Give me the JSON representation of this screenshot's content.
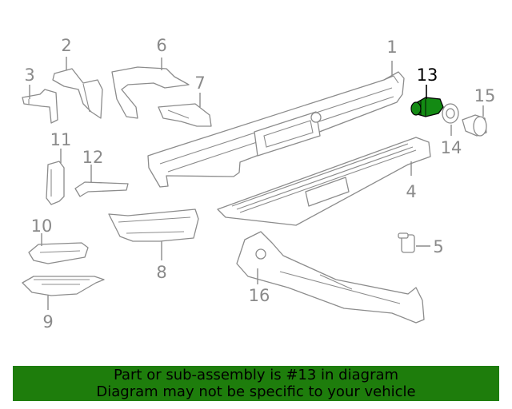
{
  "callouts": [
    {
      "num": "1",
      "highlighted": false
    },
    {
      "num": "2",
      "highlighted": false
    },
    {
      "num": "3",
      "highlighted": false
    },
    {
      "num": "4",
      "highlighted": false
    },
    {
      "num": "5",
      "highlighted": false
    },
    {
      "num": "6",
      "highlighted": false
    },
    {
      "num": "7",
      "highlighted": false
    },
    {
      "num": "8",
      "highlighted": false
    },
    {
      "num": "9",
      "highlighted": false
    },
    {
      "num": "10",
      "highlighted": false
    },
    {
      "num": "11",
      "highlighted": false
    },
    {
      "num": "12",
      "highlighted": false
    },
    {
      "num": "13",
      "highlighted": true
    },
    {
      "num": "14",
      "highlighted": false
    },
    {
      "num": "15",
      "highlighted": false
    },
    {
      "num": "16",
      "highlighted": false
    }
  ],
  "colors": {
    "highlight_part": "#138a13",
    "line_gray": "#8c8c8c",
    "banner_bg": "#1e7d0c"
  },
  "banner": {
    "line1": "Part or sub-assembly is #13 in diagram",
    "line2": "Diagram may not be specific to your vehicle"
  }
}
